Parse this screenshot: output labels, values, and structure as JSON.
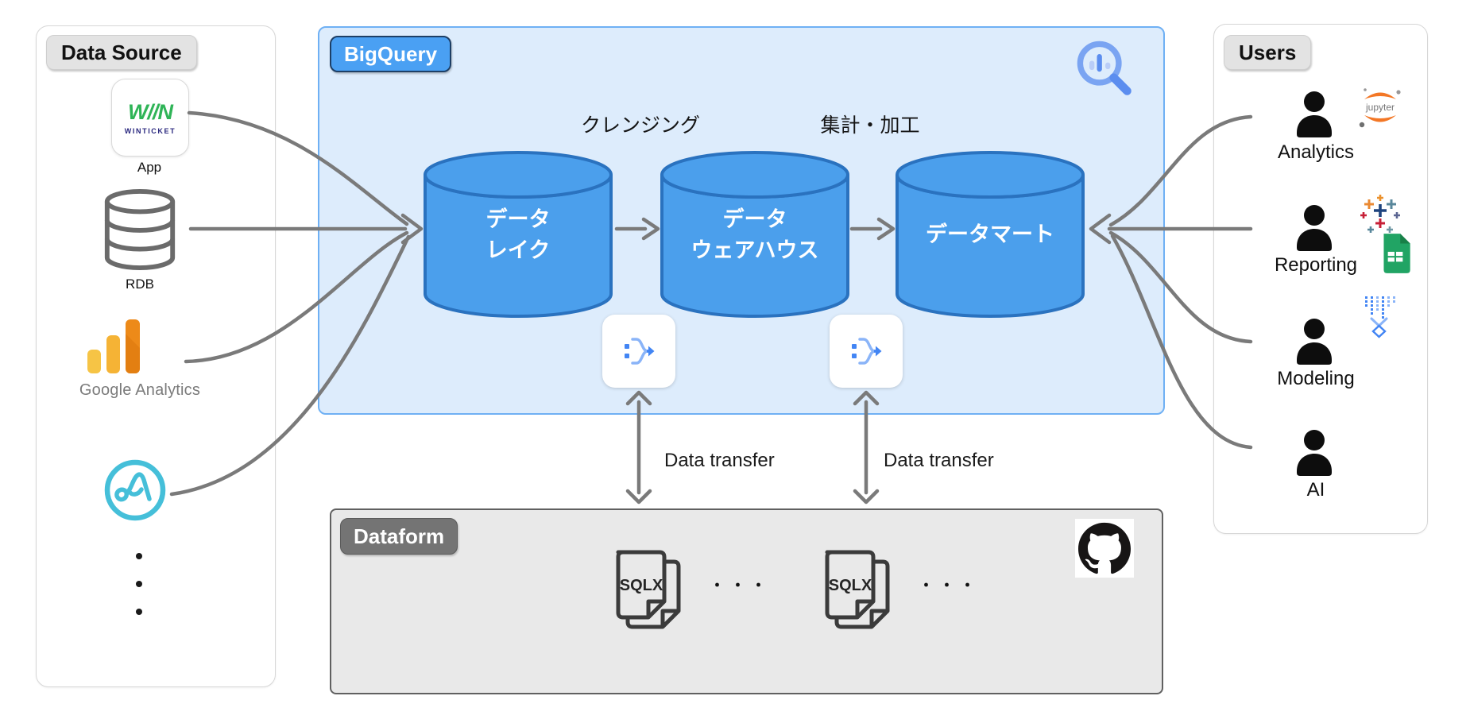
{
  "colors": {
    "arrow_gray": "#7a7a7a",
    "bigquery_panel_bg": "#ddecfc",
    "bigquery_panel_border": "#6fb0f4",
    "bigquery_pill_bg": "#4aa0f3",
    "cylinder_fill": "#4b9fec",
    "cylinder_border": "#2a72bf",
    "dataform_panel_bg": "#e9e9e9",
    "dataform_pill_bg": "#747474",
    "adjust_teal": "#45bfd9",
    "winticket_green": "#2fb457",
    "ga_orange": "#ed8a19",
    "ga_yellow": "#f5b335",
    "sheets_green": "#21a464",
    "jupyter_orange": "#f37726",
    "dataform_icon_blue": "#4285f4"
  },
  "data_source": {
    "title": "Data Source",
    "app": {
      "brand": "W//N",
      "brand_sub": "WINTICKET",
      "label": "App"
    },
    "rdb": {
      "label": "RDB"
    },
    "ga": {
      "label": "Google Analytics"
    }
  },
  "bigquery": {
    "title": "BigQuery",
    "process_labels": [
      "クレンジング",
      "集計・加工"
    ],
    "cylinders": [
      {
        "lines": [
          "データ",
          "レイク"
        ]
      },
      {
        "lines": [
          "データ",
          "ウェアハウス"
        ]
      },
      {
        "lines": [
          "データマート"
        ]
      }
    ],
    "transfer_label": "Data transfer"
  },
  "dataform": {
    "title": "Dataform",
    "file_label": "SQLX",
    "ellipsis": "・・・"
  },
  "users": {
    "title": "Users",
    "items": [
      {
        "label": "Analytics",
        "tool_text": "jupyter"
      },
      {
        "label": "Reporting"
      },
      {
        "label": "Modeling"
      },
      {
        "label": "AI"
      }
    ]
  },
  "icons": {
    "bigquery_logo": "magnifier-bar-chart-icon",
    "dataform_node": "merge-arrow-icon",
    "github": "github-octocat-icon",
    "jupyter": "jupyter-icon",
    "tableau": "tableau-icon",
    "sheets": "google-sheets-icon",
    "modeling_tool": "ml-dotted-funnel-icon",
    "person": "person-icon",
    "adjust": "adjust-icon",
    "google_analytics": "analytics-bars-icon",
    "rdb": "database-cylinder-icon",
    "winticket": "winticket-app-icon"
  }
}
